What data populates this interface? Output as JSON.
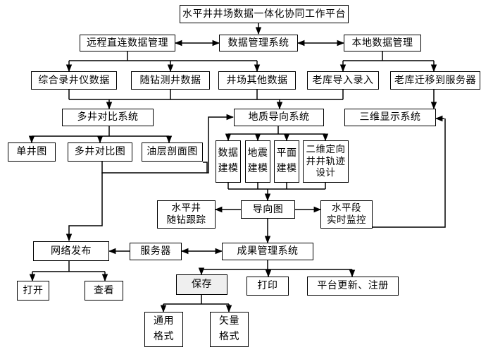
{
  "nodes": {
    "platform": "水平井井场数据一体化协同工作平台",
    "remote_direct": "远程直连数据管理",
    "data_mgmt_system": "数据管理系统",
    "local_data": "本地数据管理",
    "logging_data": "综合录井仪数据",
    "mwd_data": "随钻测井数据",
    "wellsite_other": "井场其他数据",
    "legacy_import": "老库导入录入",
    "legacy_migrate": "老库迁移到服务器",
    "multiwell_compare": "多井对比系统",
    "geosteering": "地质导向系统",
    "viz3d": "三维显示系统",
    "single_well": "单井图",
    "multiwell_chart": "多井对比图",
    "reservoir_section": "油层剖面图",
    "data_model": "数据\n建模",
    "seismic_model": "地震\n建模",
    "plane_model": "平面\n建模",
    "trajectory_2d": "二维定向\n井井轨迹\n设计",
    "hw_tracking": "水平井\n随钻跟踪",
    "guide_chart": "导向图",
    "hs_monitor": "水平段\n实时监控",
    "web_publish": "网络发布",
    "server": "服务器",
    "results_mgmt": "成果管理系统",
    "open": "打开",
    "view": "查看",
    "save": "保存",
    "print": "打印",
    "platform_update": "平台更新、注册",
    "generic_format": "通用\n格式",
    "vector_format": "矢量\n格式"
  }
}
